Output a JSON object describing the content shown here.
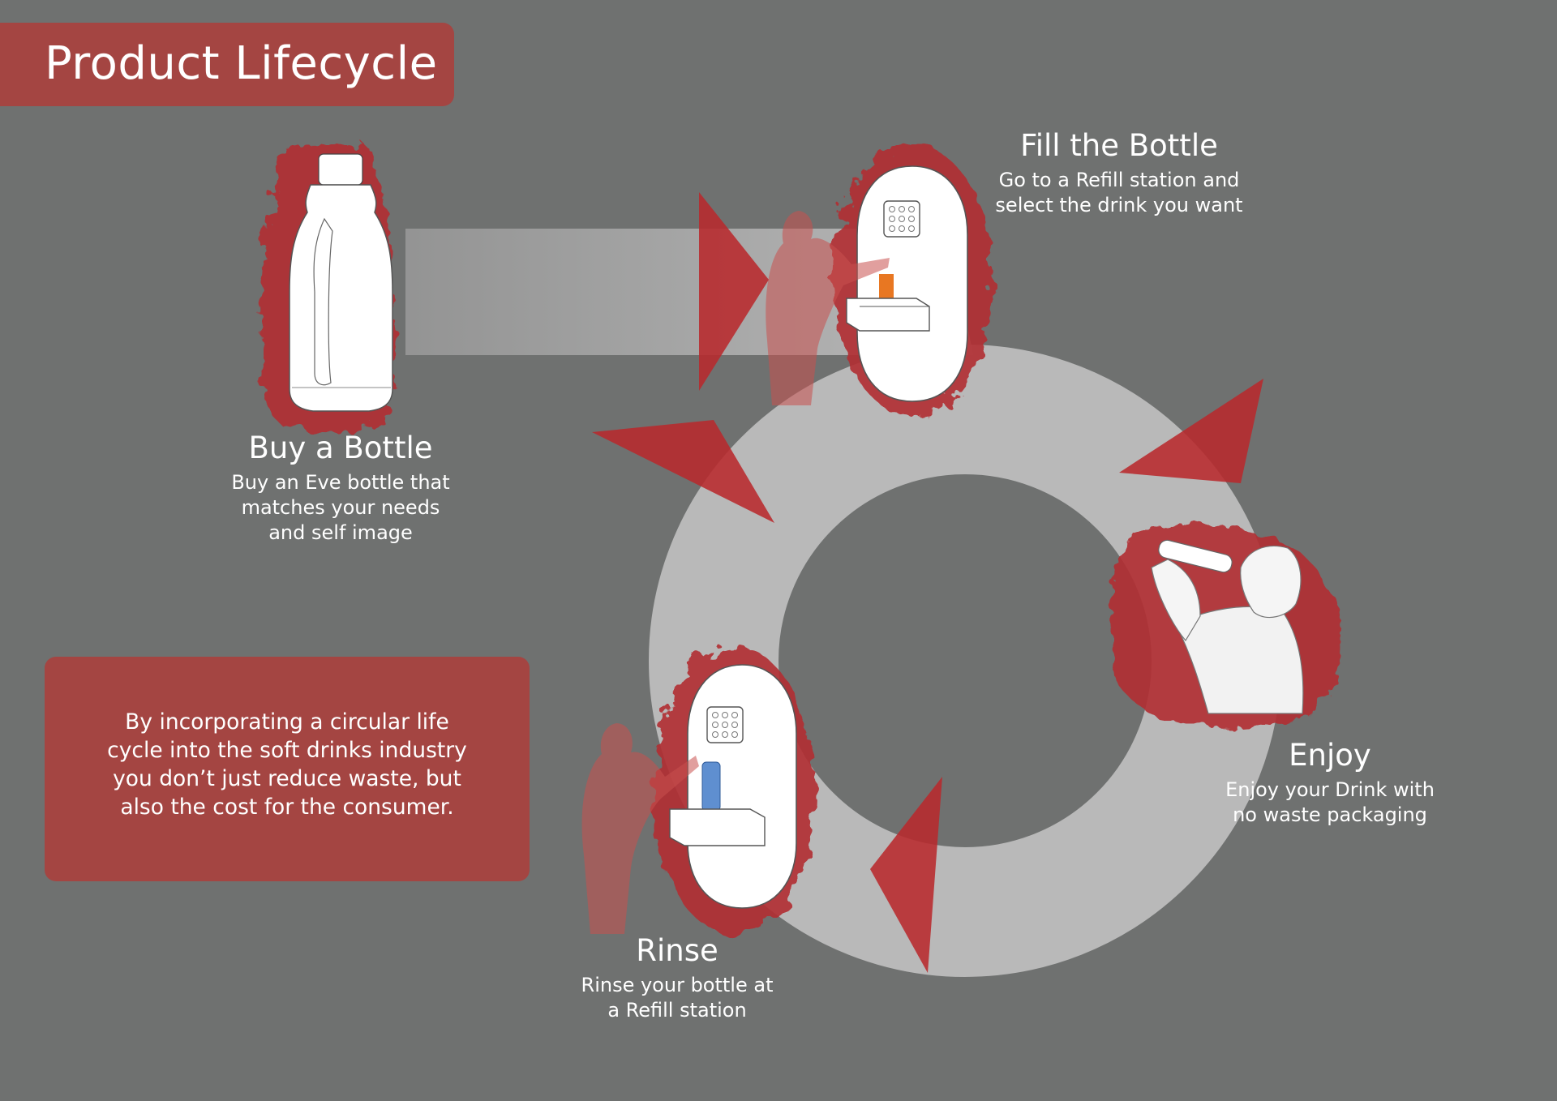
{
  "title": "Product Lifecycle",
  "steps": {
    "buy": {
      "title": "Buy a Bottle",
      "desc": "Buy an Eve bottle that\nmatches your needs\nand self image"
    },
    "fill": {
      "title": "Fill the Bottle",
      "desc": "Go to a Refill station and\nselect the drink you want"
    },
    "enjoy": {
      "title": "Enjoy",
      "desc": "Enjoy your Drink with\nno waste packaging"
    },
    "rinse": {
      "title": "Rinse",
      "desc": "Rinse your bottle at\na Refill station"
    }
  },
  "note": "By incorporating a circular life\ncycle into the soft drinks industry\nyou don’t just reduce waste, but\nalso the cost for the consumer.",
  "colors": {
    "background": "#6f7170",
    "accent_red": "#a44542",
    "arrow_red": "#b8292c",
    "ring_light": "#bdbdbd",
    "text": "#ffffff"
  },
  "icons": [
    "bottle-icon",
    "refill-station-icon",
    "drinking-person-icon",
    "rinse-station-icon",
    "cycle-arrow-icon"
  ]
}
